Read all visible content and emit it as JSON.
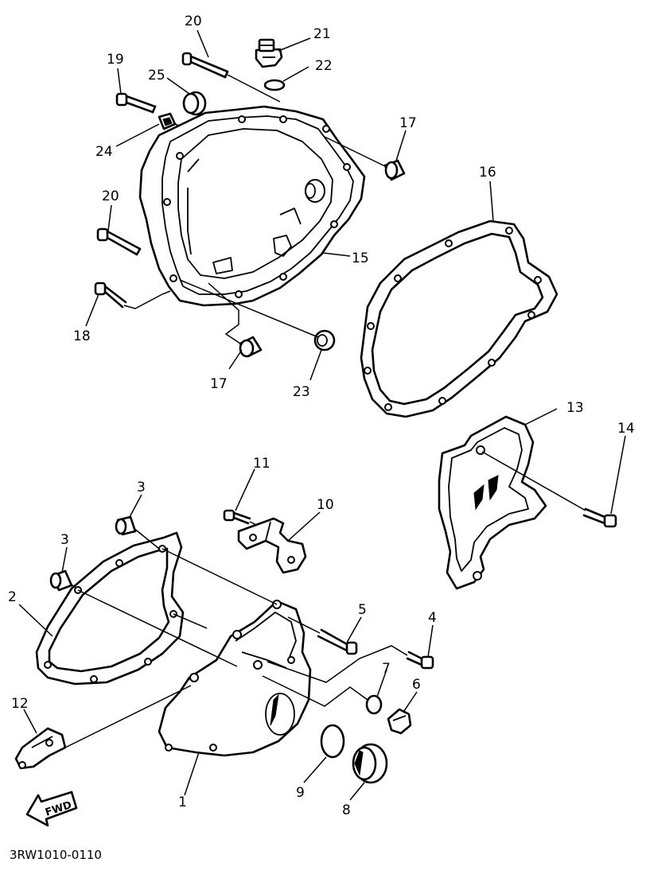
{
  "diagram": {
    "reference_code": "3RW1010-0110",
    "direction_label": "FWD",
    "callouts": [
      {
        "id": "c20a",
        "label": "20"
      },
      {
        "id": "c21",
        "label": "21"
      },
      {
        "id": "c19",
        "label": "19"
      },
      {
        "id": "c25",
        "label": "25"
      },
      {
        "id": "c22",
        "label": "22"
      },
      {
        "id": "c17a",
        "label": "17"
      },
      {
        "id": "c24",
        "label": "24"
      },
      {
        "id": "c16",
        "label": "16"
      },
      {
        "id": "c20b",
        "label": "20"
      },
      {
        "id": "c15",
        "label": "15"
      },
      {
        "id": "c18",
        "label": "18"
      },
      {
        "id": "c17b",
        "label": "17"
      },
      {
        "id": "c23",
        "label": "23"
      },
      {
        "id": "c13",
        "label": "13"
      },
      {
        "id": "c14",
        "label": "14"
      },
      {
        "id": "c11",
        "label": "11"
      },
      {
        "id": "c3a",
        "label": "3"
      },
      {
        "id": "c10",
        "label": "10"
      },
      {
        "id": "c3b",
        "label": "3"
      },
      {
        "id": "c2",
        "label": "2"
      },
      {
        "id": "c5",
        "label": "5"
      },
      {
        "id": "c4",
        "label": "4"
      },
      {
        "id": "c7",
        "label": "7"
      },
      {
        "id": "c6",
        "label": "6"
      },
      {
        "id": "c12",
        "label": "12"
      },
      {
        "id": "c1",
        "label": "1"
      },
      {
        "id": "c9",
        "label": "9"
      },
      {
        "id": "c8",
        "label": "8"
      }
    ]
  }
}
